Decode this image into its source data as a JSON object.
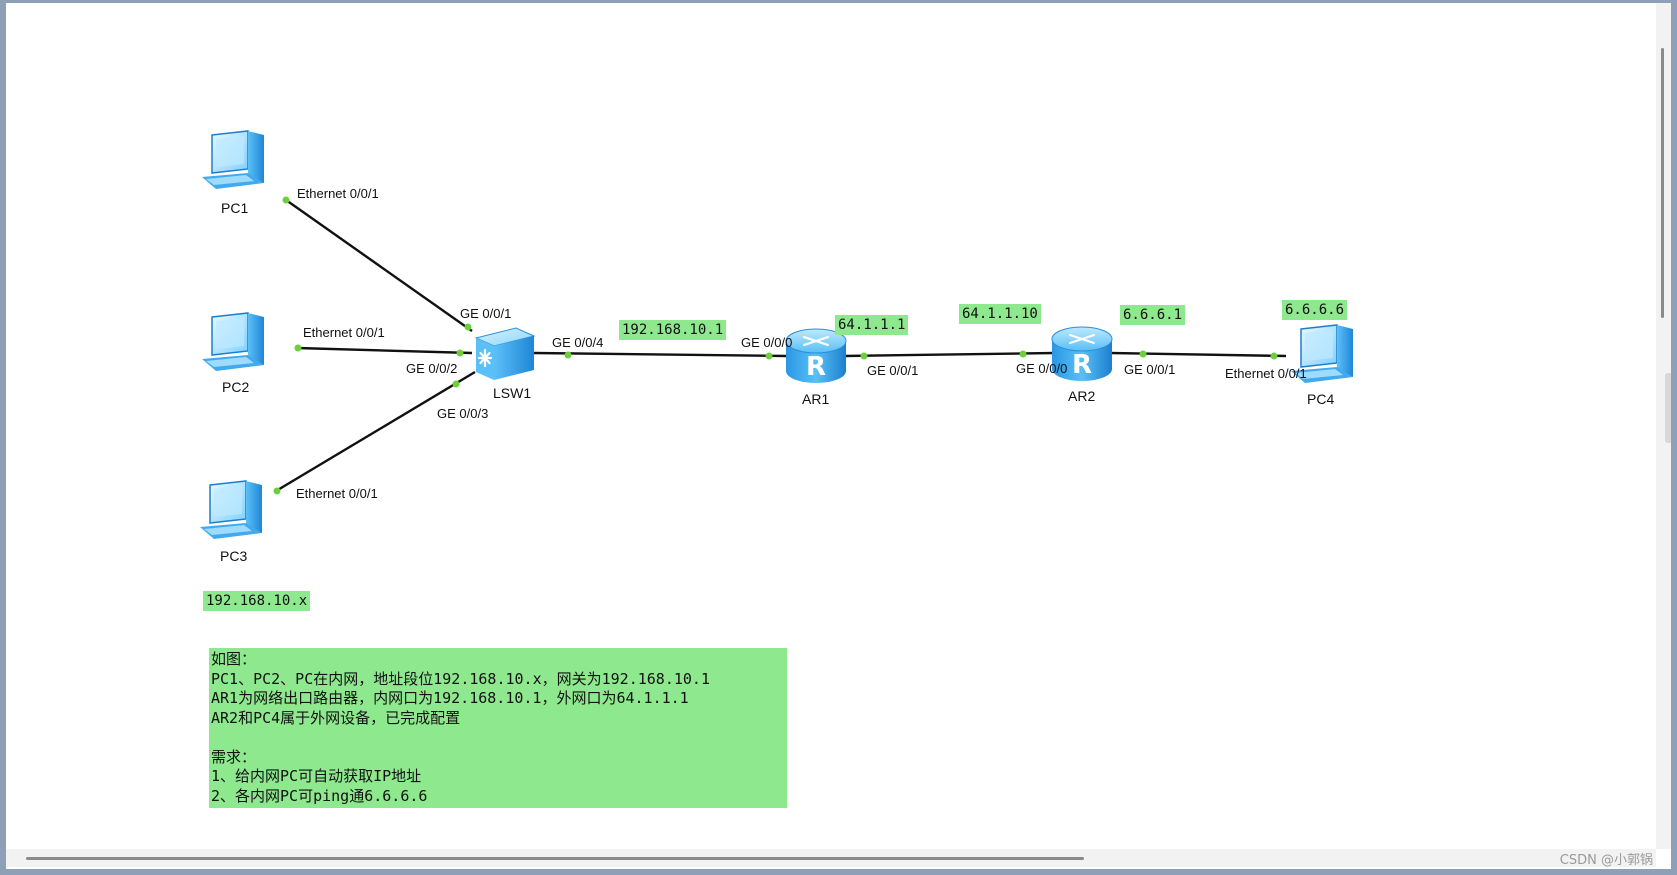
{
  "devices": {
    "pc1": "PC1",
    "pc2": "PC2",
    "pc3": "PC3",
    "pc4": "PC4",
    "lsw1": "LSW1",
    "ar1": "AR1",
    "ar2": "AR2"
  },
  "ports": {
    "pc1_eth": "Ethernet 0/0/1",
    "pc2_eth": "Ethernet 0/0/1",
    "pc3_eth": "Ethernet 0/0/1",
    "lsw1_ge1": "GE 0/0/1",
    "lsw1_ge2": "GE 0/0/2",
    "lsw1_ge3": "GE 0/0/3",
    "lsw1_ge4": "GE 0/0/4",
    "ar1_ge0": "GE 0/0/0",
    "ar1_ge1": "GE 0/0/1",
    "ar2_ge0": "GE 0/0/0",
    "ar2_ge1": "GE 0/0/1",
    "pc4_eth": "Ethernet 0/0/1"
  },
  "ip_labels": {
    "lan_gateway": "192.168.10.1",
    "ar1_wan": "64.1.1.1",
    "ar2_wan": "64.1.1.10",
    "ar2_lan": "6.6.6.1",
    "pc4_ip": "6.6.6.6",
    "lan_subnet": "192.168.10.x"
  },
  "note": {
    "lines": [
      "如图：",
      "PC1、PC2、PC在内网，地址段位192.168.10.x，网关为192.168.10.1",
      "AR1为网络出口路由器，内网口为192.168.10.1，外网口为64.1.1.1",
      "AR2和PC4属于外网设备，已完成配置",
      "",
      "需求：",
      "1、给内网PC可自动获取IP地址",
      "2、各内网PC可ping通6.6.6.6"
    ]
  },
  "watermark": "CSDN @小郭锅",
  "colors": {
    "label_bg": "#8ee88e",
    "link_line": "#111111",
    "port_dot": "#6ccf3c",
    "device_blue": "#3fa9f5"
  },
  "icons": {
    "pc": "pc-icon",
    "switch": "switch-icon",
    "router": "router-icon"
  }
}
